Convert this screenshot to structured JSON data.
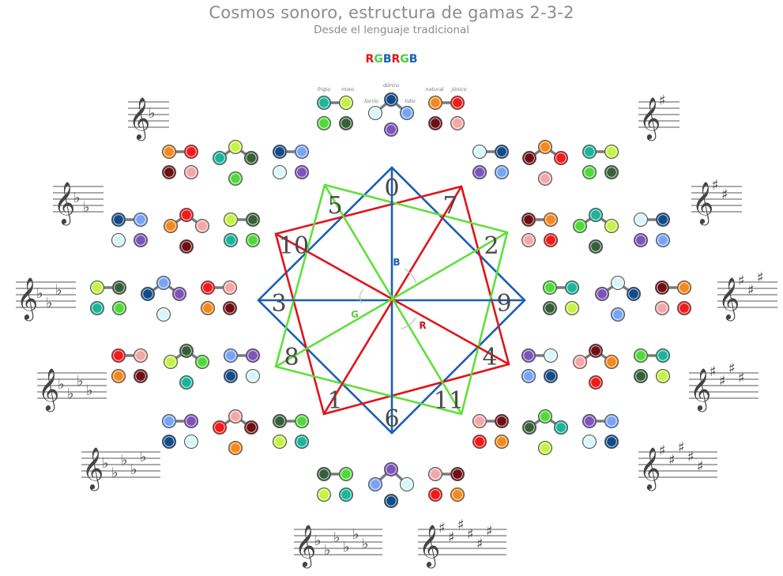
{
  "title": "Cosmos sonoro, estructura de gamas 2-3-2",
  "subtitle": "Desde el lenguaje tradicional",
  "rgb_label": {
    "letters": [
      "R",
      "G",
      "B",
      "R",
      "G",
      "B"
    ],
    "colors": [
      "#e8141b",
      "#4ccf3d",
      "#1a5fb4",
      "#e8141b",
      "#4ccf3d",
      "#1a5fb4"
    ]
  },
  "colors": {
    "blue_line": "#1a5fb4",
    "red_line": "#e0141b",
    "green_line": "#5fe03c",
    "connector": "#7a7a7a",
    "ring": "#555555"
  },
  "star": {
    "numbers": [
      "0",
      "7",
      "2",
      "9",
      "4",
      "11",
      "6",
      "1",
      "8",
      "3",
      "10",
      "5"
    ],
    "axis_labels": [
      {
        "text": "B",
        "color": "#1a5fb4"
      },
      {
        "text": "R",
        "color": "#c8141b"
      },
      {
        "text": "G",
        "color": "#5fd03c"
      }
    ]
  },
  "legend_labels": {
    "frigio": "frigio",
    "mixo": "mixo",
    "dorico": "dórico",
    "locrio": "locrio",
    "lidio": "lidio",
    "natural": "natural",
    "jonico": "jónico"
  },
  "palette": {
    "teal": "#1fb39a",
    "lime": "#c6f04a",
    "green": "#55d640",
    "darkgreen": "#37603a",
    "navy": "#134b86",
    "pale": "#d8f6f8",
    "violet": "#7c55b8",
    "lightblue": "#79a4f0",
    "orange": "#f08a22",
    "red": "#ee1c1c",
    "maroon": "#6e0f16",
    "pink": "#f0a8a8"
  },
  "key_signatures": [
    {
      "id": "1b",
      "accidental": "♭",
      "count": 1
    },
    {
      "id": "2b",
      "accidental": "♭",
      "count": 2
    },
    {
      "id": "3b",
      "accidental": "♭",
      "count": 3
    },
    {
      "id": "4b",
      "accidental": "♭",
      "count": 4
    },
    {
      "id": "5b",
      "accidental": "♭",
      "count": 5
    },
    {
      "id": "6b",
      "accidental": "♭",
      "count": 6
    },
    {
      "id": "1s",
      "accidental": "♯",
      "count": 1
    },
    {
      "id": "2s",
      "accidental": "♯",
      "count": 2
    },
    {
      "id": "3s",
      "accidental": "♯",
      "count": 3
    },
    {
      "id": "4s",
      "accidental": "♯",
      "count": 4
    },
    {
      "id": "5s",
      "accidental": "♯",
      "count": 5
    },
    {
      "id": "6s",
      "accidental": "♯",
      "count": 6
    }
  ],
  "clef_glyph": "𝄞"
}
